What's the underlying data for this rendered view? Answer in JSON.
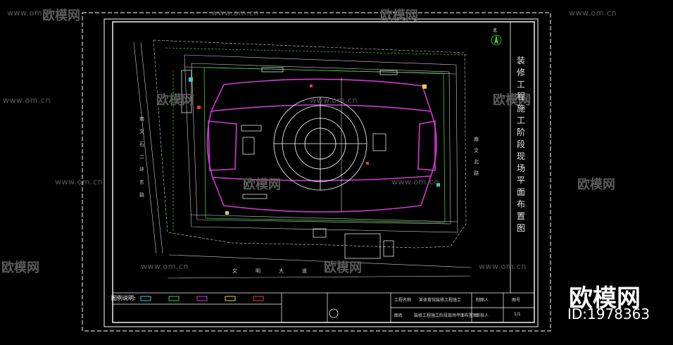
{
  "drawing": {
    "title": "装修工程施工阶段现场平面布置图",
    "north_label": "北",
    "roads": {
      "left_road": "南文石二环东路",
      "bottom_road": "文明大道",
      "right_road": "南文北路"
    },
    "legend_title": "图例说明:",
    "title_block": {
      "project_label": "工程名称",
      "project_name": "某体育馆装修工程施工",
      "drawing_label": "图名",
      "drawing_name": "装修工程施工阶段现场平面布置图",
      "drawer_label": "制图人",
      "checker_label": "审核人",
      "sheet_label": "图号",
      "sheet_no": "1/1"
    }
  },
  "watermarks": {
    "site_url": "www.om.cn",
    "site_name": "欧模网"
  },
  "branding": {
    "name": "欧模网",
    "id_text": "ID:1978363"
  },
  "colors": {
    "background": "#000000",
    "frame": "#ffffff",
    "building_outline": "#d13ad1",
    "site_lines": "#ffffff",
    "cyan": "#37d0d0",
    "green": "#3bd13b",
    "yellow": "#e6d23a",
    "red": "#e33b3b"
  }
}
